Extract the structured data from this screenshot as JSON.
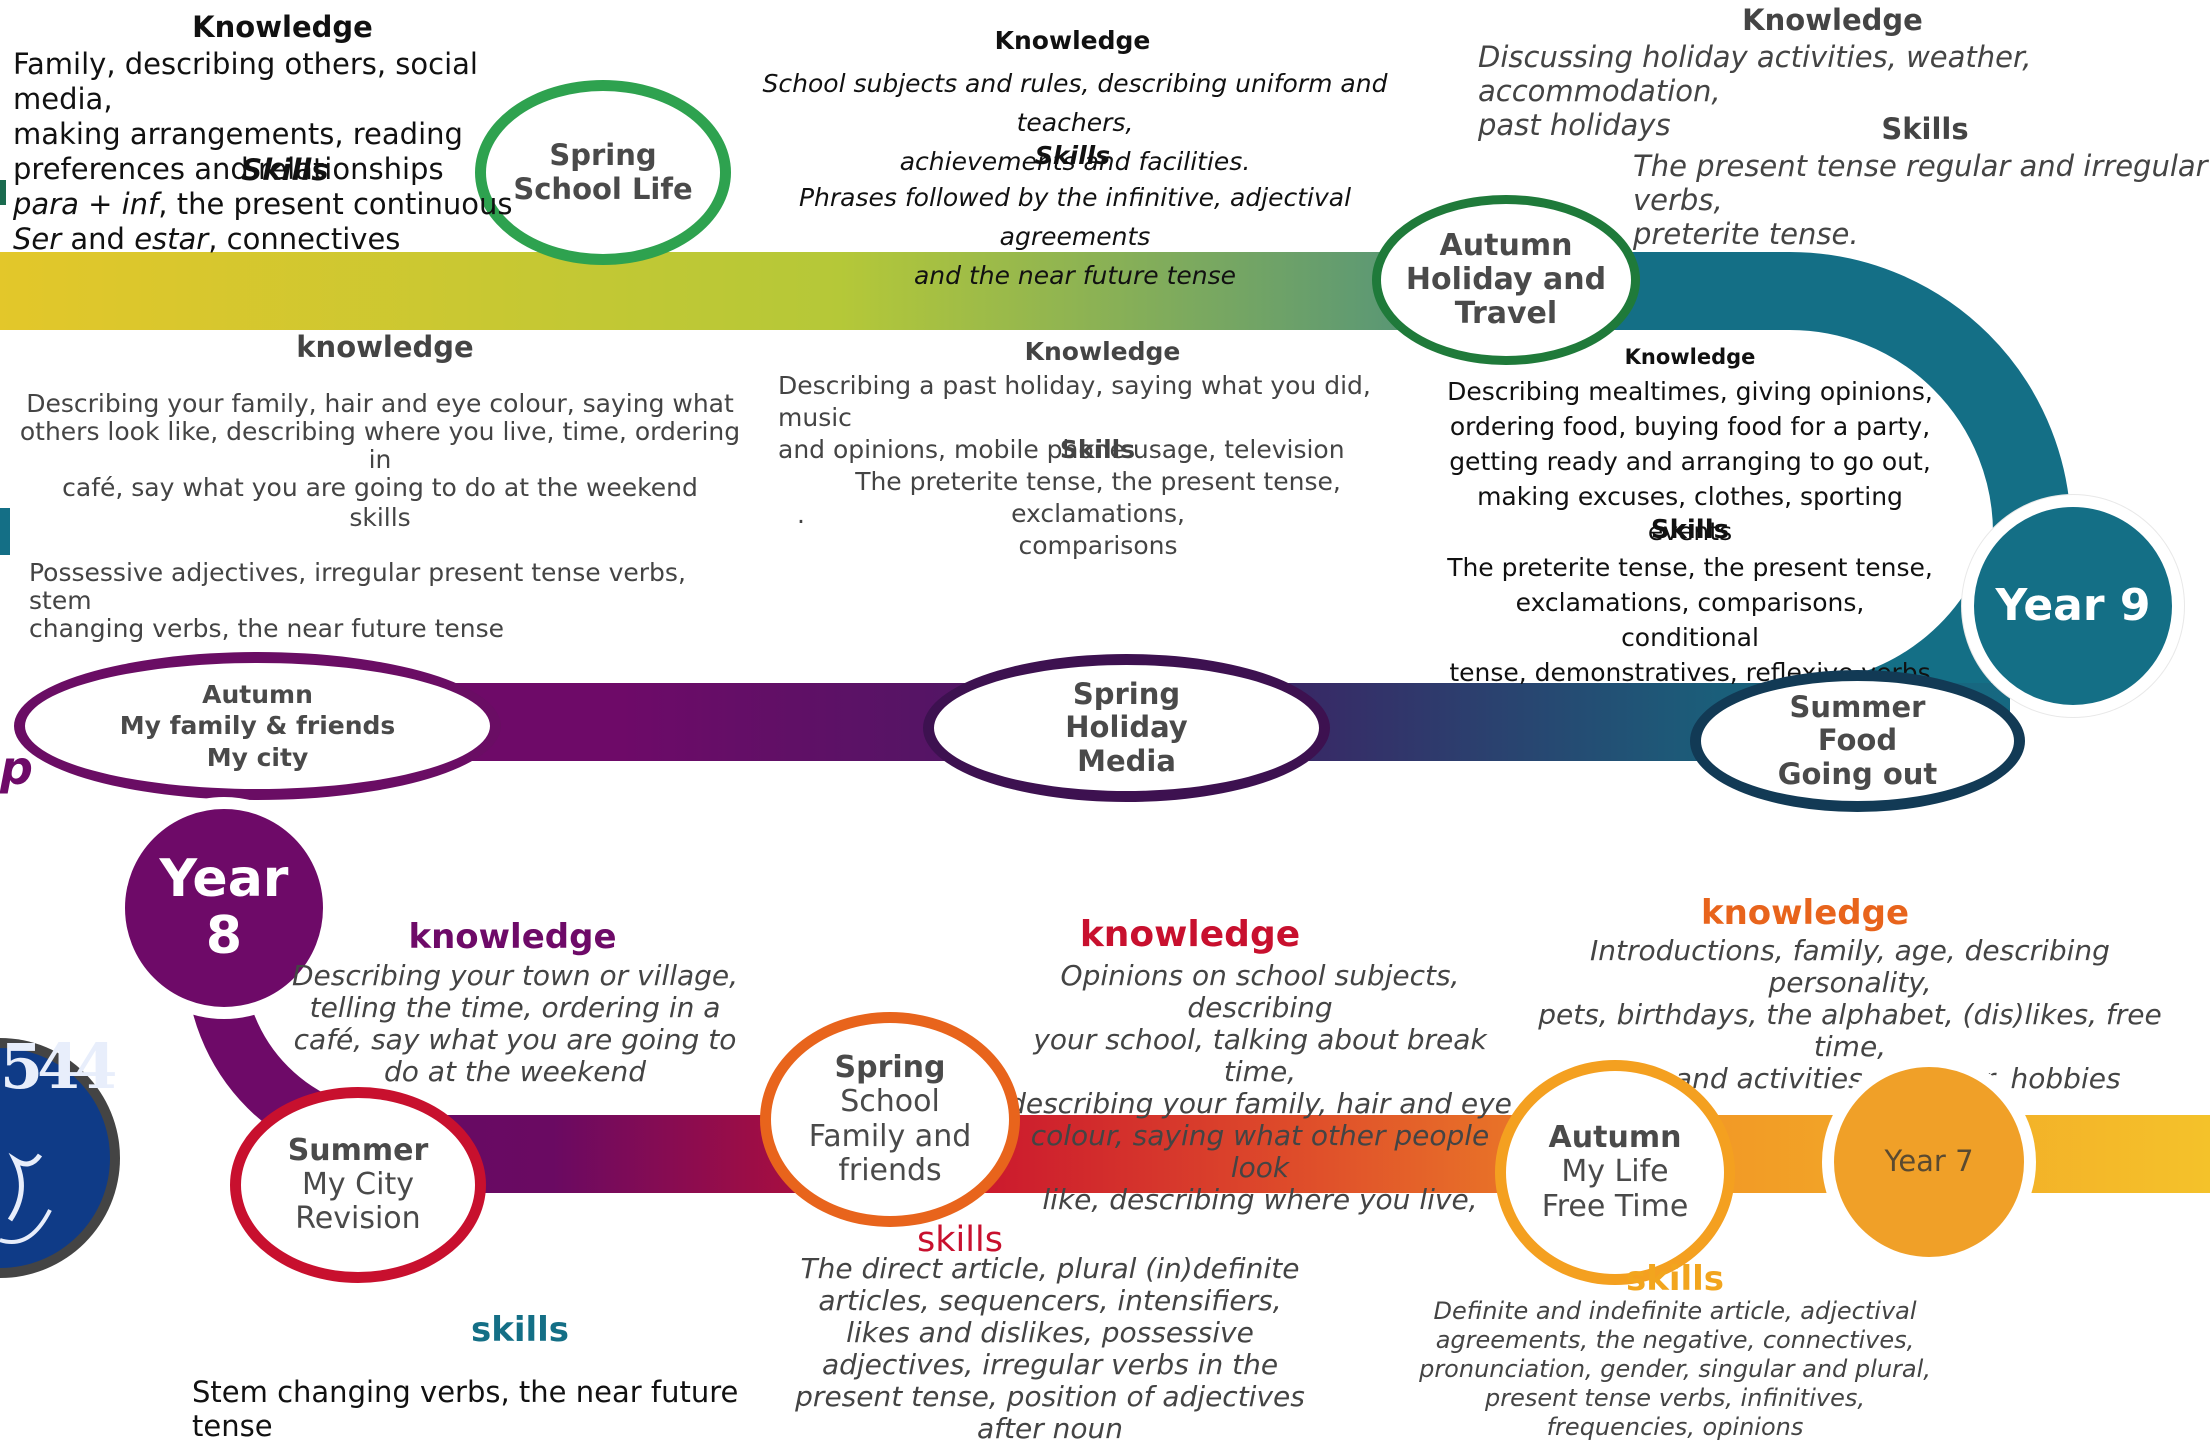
{
  "year9": {
    "badge": "Year 9",
    "spring": {
      "label_lines": [
        "Spring",
        "School Life"
      ],
      "knowledge_heading": "Knowledge",
      "knowledge_lines": [
        "Family, describing others, social media,",
        "making arrangements, reading",
        "preferences and relationships"
      ],
      "skills_heading": "Skills",
      "skills_line1": {
        "italic": "para + inf",
        "rest": ", the present continuous"
      },
      "skills_line2": {
        "italic_a": "Ser",
        "mid": " and ",
        "italic_b": "estar",
        "rest": ", connectives"
      }
    },
    "spring_top": {
      "knowledge_heading": "Knowledge",
      "knowledge_lines": [
        "School subjects and rules, describing uniform and teachers,",
        "achievements and facilities."
      ],
      "skills_heading": "Skills",
      "skills_lines": [
        "Phrases followed by the infinitive,  adjectival agreements",
        "and the near future tense"
      ]
    },
    "autumn": {
      "label_lines": [
        "Autumn",
        "Holiday and",
        "Travel"
      ],
      "knowledge_heading": "Knowledge",
      "knowledge_lines": [
        "Discussing holiday activities, weather, accommodation,",
        "past holidays"
      ],
      "skills_heading": "Skills",
      "skills_lines": [
        "The present tense regular and irregular verbs,",
        "preterite tense."
      ]
    }
  },
  "year8": {
    "badge_lines": [
      "Year",
      "8"
    ],
    "autumn": {
      "label_lines": [
        "Autumn",
        "My family & friends",
        "My city"
      ],
      "knowledge_heading": "knowledge",
      "knowledge_lines": [
        "Describing your family, hair and eye colour, saying what",
        "others look like, describing where you live, time, ordering in",
        "café,  say what you are going to do at the weekend"
      ],
      "skills_heading": "skills",
      "skills_lines": [
        "Possessive adjectives, irregular present tense verbs, stem",
        "changing verbs,  the near future tense"
      ]
    },
    "spring": {
      "label_lines": [
        "Spring",
        "Holiday",
        "Media"
      ],
      "knowledge_heading": "Knowledge",
      "knowledge_lines": [
        "Describing a past holiday, saying what you did,  music",
        "and opinions, mobile phone usage, television"
      ],
      "skills_heading": "Skills",
      "skills_lines": [
        "The preterite tense,  the present tense, exclamations,",
        "comparisons"
      ],
      "stray_dot": "."
    },
    "summer": {
      "label_lines": [
        "Summer",
        "Food",
        "Going out"
      ],
      "knowledge_heading": "Knowledge",
      "knowledge_lines": [
        "Describing mealtimes, giving opinions,",
        "ordering food, buying food for a party,",
        "getting ready and arranging to go out,",
        "making excuses, clothes, sporting events"
      ],
      "skills_heading": "Skills",
      "skills_lines": [
        "The preterite tense, the present tense,",
        "exclamations, comparisons, conditional",
        "tense, demonstratives, reflexive verbs"
      ]
    }
  },
  "year7": {
    "badge": "Year 7",
    "summer": {
      "label_lines": [
        "Summer",
        "My City",
        "Revision"
      ],
      "knowledge_heading": "knowledge",
      "knowledge_lines": [
        "Describing your town or village,",
        "telling the time, ordering in a",
        "café, say what you are going to",
        "do at the weekend"
      ],
      "skills_heading": "skills",
      "skills_lines": [
        "Stem changing verbs, the near future tense"
      ]
    },
    "spring": {
      "label_lines": [
        "Spring",
        "School",
        "Family and",
        "friends"
      ],
      "knowledge_heading": "knowledge",
      "knowledge_lines": [
        "Opinions on school subjects, describing",
        "your school, talking about break time,",
        "describing your family, hair and eye",
        "colour,  saying what other people look",
        "like, describing where you live,"
      ],
      "skills_heading": "skills",
      "skills_lines": [
        "The direct article,  plural (in)definite",
        "articles, sequencers, intensifiers,",
        "likes and dislikes, possessive",
        "adjectives,  irregular verbs in the",
        "present tense, position of adjectives",
        "after noun"
      ]
    },
    "autumn": {
      "label_lines": [
        "Autumn",
        "My Life",
        "Free Time"
      ],
      "knowledge_heading": "knowledge",
      "knowledge_lines": [
        "Introductions, family, age, describing personality,",
        "pets, birthdays, the alphabet, (dis)likes, free time,",
        "sports and activities, weather, hobbies"
      ],
      "skills_heading": "skills",
      "skills_lines": [
        "Definite  and indefinite  article,  adjectival",
        "agreements,  the negative,  connectives,",
        "pronunciation,  gender,  singular  and plural,",
        "present  tense verbs,  infinitives,",
        "frequencies,  opinions"
      ]
    }
  },
  "edge_fragments": {
    "left_letter": "p",
    "badge_number": "544"
  },
  "colors": {
    "year9_road_start": "#e3c72a",
    "year9_road_mid": "#b5c838",
    "year9_road_end": "#146f86",
    "year8_road_start": "#6e0a68",
    "year8_road_end": "#1a5f7a",
    "year7_road_start": "#5e0a6a",
    "year7_road_mid": "#d01f35",
    "year7_road_end": "#f4c22a",
    "spring9_ring": "#2ea24f",
    "autumn9_ring": "#1f7a3a",
    "autumn8_ring": "#6a0d64",
    "spring8_ring": "#3d1150",
    "summer8_ring": "#123a55",
    "year9_badge": "#146f86",
    "year8_badge": "#6e0a68",
    "year7_badge": "#f0a028",
    "summer7_ring": "#c8102e",
    "spring7_ring": "#e8641c",
    "autumn7_ring": "#f4a020",
    "knowledge7_summer": "#6e0a68",
    "knowledge7_spring": "#c8102e",
    "knowledge7_autumn": "#e8641c",
    "skills7_summer": "#146f86",
    "skills7_spring": "#c8102e",
    "skills7_autumn": "#f2a51e"
  }
}
